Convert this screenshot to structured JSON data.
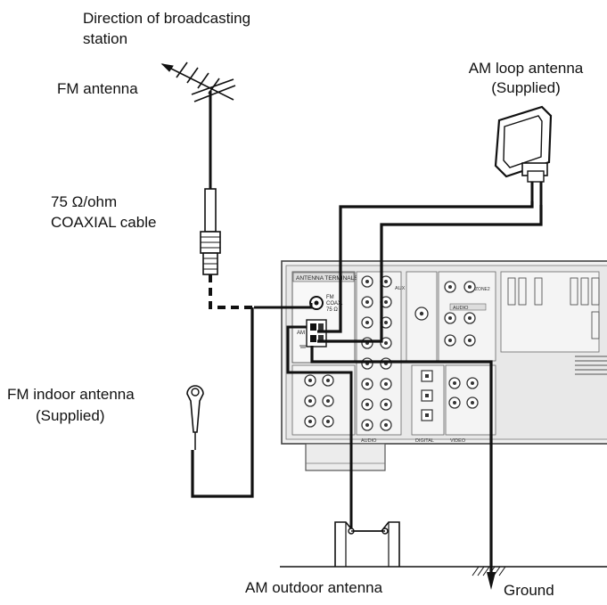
{
  "labels": {
    "direction_line1": "Direction of broadcasting",
    "direction_line2": "station",
    "fm_antenna": "FM antenna",
    "am_loop_line1": "AM loop antenna",
    "am_loop_line2": "(Supplied)",
    "coax_line1": "75 Ω/ohm",
    "coax_line2": "COAXIAL cable",
    "fm_indoor_line1": "FM indoor antenna",
    "fm_indoor_line2": "(Supplied)",
    "am_outdoor": "AM outdoor antenna",
    "ground": "Ground"
  },
  "panel": {
    "antenna_terminals": "ANTENNA TERMINALS",
    "fm_terminal_1": "FM",
    "fm_terminal_2": "COAX.",
    "fm_terminal_3": "75 Ω",
    "am_terminal": "AM",
    "aux": "AUX",
    "audio": "AUDIO",
    "digital": "DIGITAL",
    "video": "VIDEO",
    "zone2": "ZONE2"
  }
}
